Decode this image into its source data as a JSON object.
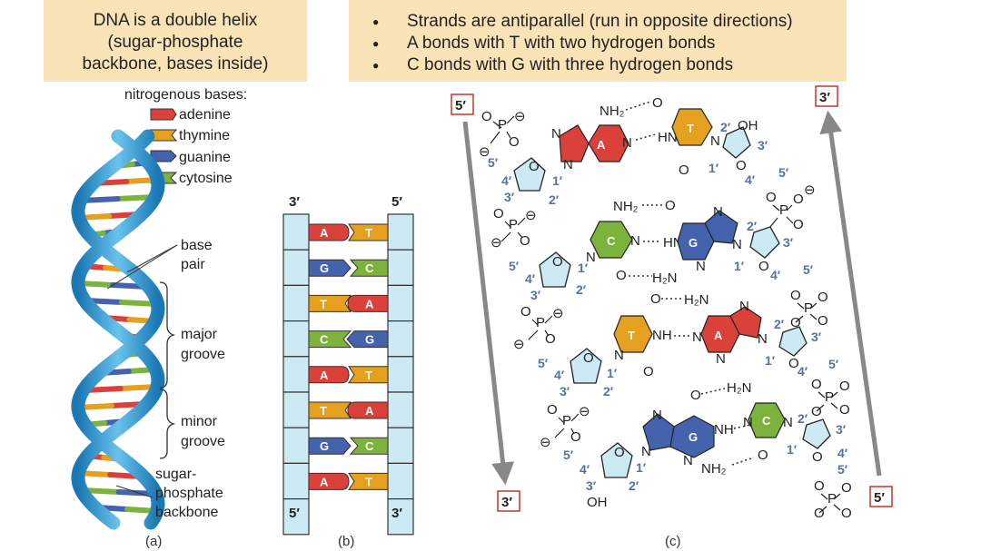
{
  "notes": {
    "left": [
      "DNA is a double helix",
      "(sugar-phosphate",
      "backbone, bases inside)"
    ],
    "right": [
      "Strands are antiparallel (run in opposite directions)",
      "A bonds with T with two hydrogen bonds",
      "C bonds with G with three hydrogen bonds"
    ]
  },
  "colors": {
    "adenine": "#d9413a",
    "thymine": "#e5a020",
    "guanine": "#4562ad",
    "cytosine": "#7db23c",
    "backbone": "#cde9f3",
    "helix": "#2b9ad1",
    "note_bg": "#fbe3b8"
  },
  "panel_a": {
    "legend_title": "nitrogenous bases:",
    "legend": [
      "adenine",
      "thymine",
      "guanine",
      "cytosine"
    ],
    "labels": {
      "base_pair": [
        "base",
        "pair"
      ],
      "major_groove": [
        "major",
        "groove"
      ],
      "minor_groove": [
        "minor",
        "groove"
      ],
      "backbone": [
        "sugar-",
        "phosphate",
        "backbone"
      ]
    },
    "caption": "(a)"
  },
  "panel_b": {
    "top_left": "3′",
    "top_right": "5′",
    "bottom_left": "5′",
    "bottom_right": "3′",
    "pairs": [
      [
        "A",
        "T"
      ],
      [
        "G",
        "C"
      ],
      [
        "T",
        "A"
      ],
      [
        "C",
        "G"
      ],
      [
        "A",
        "T"
      ],
      [
        "T",
        "A"
      ],
      [
        "G",
        "C"
      ],
      [
        "A",
        "T"
      ]
    ],
    "caption": "(b)"
  },
  "panel_c": {
    "left_top": "5′",
    "left_bottom": "3′",
    "right_top": "3′",
    "right_bottom": "5′",
    "bases": [
      "A",
      "T",
      "C",
      "G",
      "T",
      "A",
      "G",
      "C"
    ],
    "atoms": {
      "nh2": "NH₂",
      "h2n": "H₂N",
      "o": "O",
      "hn": "HN",
      "nh": "NH",
      "n": "N",
      "p": "P",
      "oh": "OH",
      "minus": "⊖"
    },
    "nums": {
      "n1": "1′",
      "n2": "2′",
      "n3": "3′",
      "n4": "4′",
      "n5": "5′"
    },
    "caption": "(c)"
  }
}
